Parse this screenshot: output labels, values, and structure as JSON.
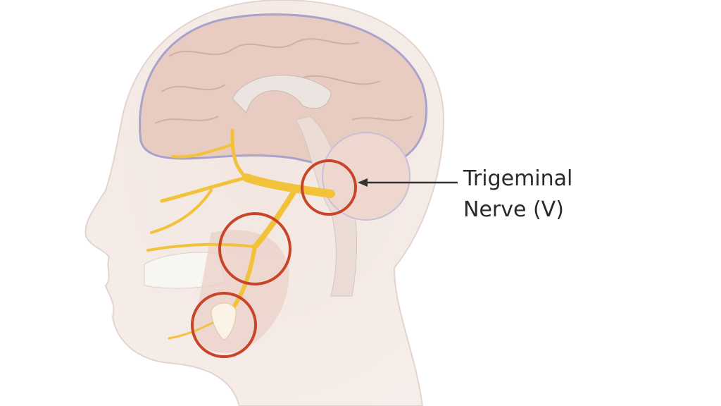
{
  "label": {
    "line1": "Trigeminal",
    "line2": "Nerve (V)"
  },
  "colors": {
    "highlight_circle": "#c8452a",
    "nerve": "#f2c23a",
    "arrow": "#333333",
    "skin": "#efe2dc",
    "brain": "#e6c9bf"
  },
  "illustration": {
    "subject": "head-cross-section",
    "highlight_count": 3
  }
}
